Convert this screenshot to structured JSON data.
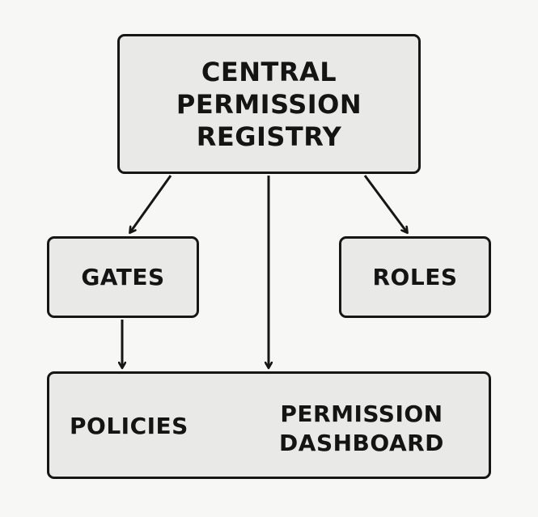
{
  "nodes": {
    "registry": {
      "lines": [
        "CENTRAL",
        "PERMISSION",
        "REGISTRY"
      ]
    },
    "gates": {
      "label": "GATES"
    },
    "roles": {
      "label": "ROLES"
    },
    "bottom": {
      "policies_label": "POLICIES",
      "dashboard_lines": [
        "PERMISSION",
        "DASHBOARD"
      ]
    }
  },
  "edges": [
    {
      "from": "CENTRAL PERMISSION REGISTRY",
      "to": "GATES"
    },
    {
      "from": "CENTRAL PERMISSION REGISTRY",
      "to": "ROLES"
    },
    {
      "from": "CENTRAL PERMISSION REGISTRY",
      "to": "PERMISSION DASHBOARD"
    },
    {
      "from": "GATES",
      "to": "POLICIES"
    }
  ],
  "colors": {
    "background": "#f7f7f5",
    "box_fill": "#e9e9e7",
    "stroke": "#161616"
  }
}
